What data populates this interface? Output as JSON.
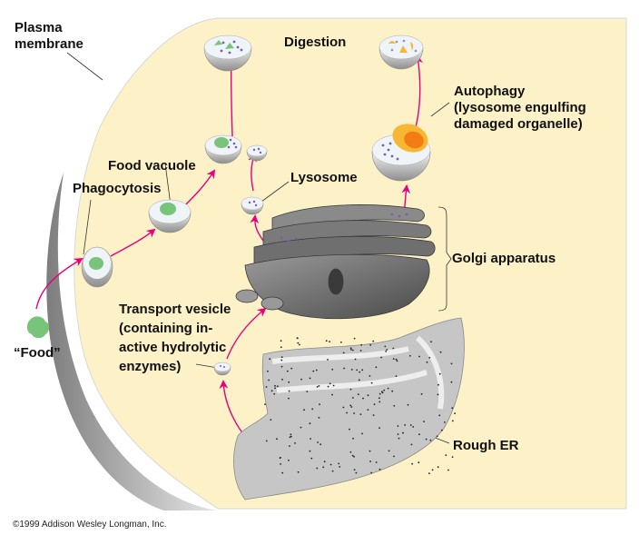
{
  "title": "Lysosome functions: phagocytosis, digestion and autophagy",
  "colors": {
    "cytoplasm": "#fdf1c8",
    "membrane_shadow": "#9a9a9a",
    "arrow": "#e6007e",
    "food": "#78c47a",
    "enzyme": "#7a5cb8",
    "organelle": "#f7a21b",
    "vesicle_fill": "#eef4f8",
    "golgi": "#6d6d6d",
    "er": "#c9c9c9"
  },
  "labels": {
    "plasma_membrane": "Plasma\nmembrane",
    "digestion": "Digestion",
    "autophagy": "Autophagy\n(lysosome engulfing\ndamaged organelle)",
    "food_vacuole": "Food vacuole",
    "phagocytosis": "Phagocytosis",
    "lysosome": "Lysosome",
    "golgi_apparatus": "Golgi apparatus",
    "transport_vesicle": "Transport vesicle\n(containing in-\nactive hydrolytic\nenzymes)",
    "food": "“Food”",
    "rough_er": "Rough ER"
  },
  "copyright": "©1999 Addison Wesley Longman, Inc."
}
